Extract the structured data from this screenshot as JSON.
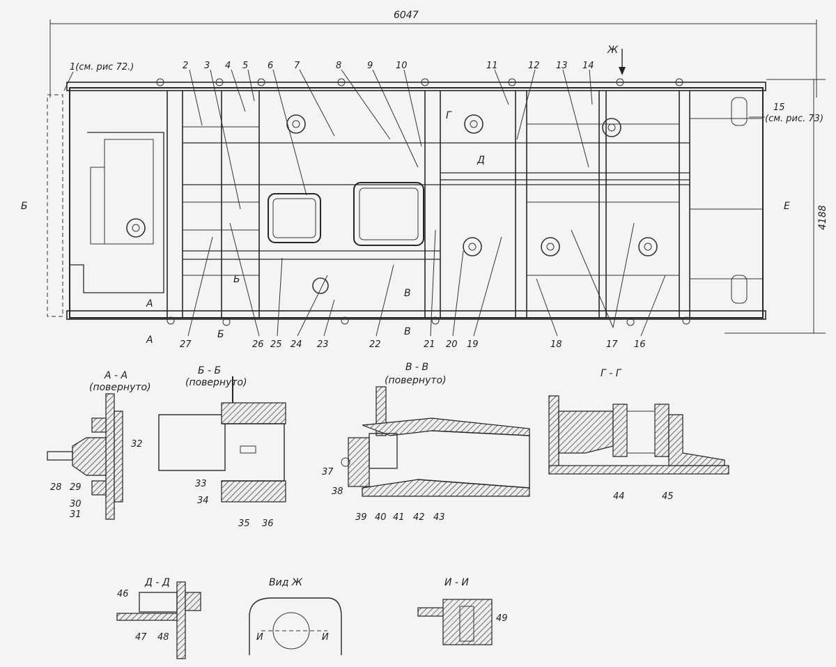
{
  "drawing": {
    "overall_length": "6047",
    "overall_width": "4188",
    "ref_left": "1(см. рис 72.)",
    "ref_right_num": "15",
    "ref_right_note": "(см. рис. 73)",
    "section_marks": {
      "a": "А",
      "b": "Б",
      "v": "В",
      "g": "Г",
      "d": "Д",
      "e": "Е",
      "zh": "Ж"
    },
    "top_callouts": [
      "2",
      "3",
      "4",
      "5",
      "6",
      "7",
      "8",
      "9",
      "10",
      "11",
      "12",
      "13",
      "14"
    ],
    "bottom_callouts": [
      "27",
      "26",
      "25",
      "24",
      "23",
      "22",
      "21",
      "20",
      "19",
      "18",
      "17",
      "16"
    ]
  },
  "sections": {
    "aa": {
      "title": "А - А",
      "subtitle": "(повернуто)",
      "callouts": [
        "32",
        "28",
        "29",
        "30",
        "31"
      ]
    },
    "bb": {
      "title": "Б - Б",
      "subtitle": "(повернуто)",
      "callouts": [
        "33",
        "34",
        "35",
        "36"
      ]
    },
    "vv": {
      "title": "В - В",
      "subtitle": "(повернуто)",
      "callouts": [
        "37",
        "38",
        "39",
        "40",
        "41",
        "42",
        "43"
      ]
    },
    "gg": {
      "title": "Г - Г",
      "callouts": [
        "44",
        "45"
      ]
    },
    "dd": {
      "title": "Д - Д",
      "callouts": [
        "46",
        "47",
        "48"
      ]
    },
    "zh": {
      "title": "Вид Ж",
      "callouts": [
        "И",
        "И"
      ]
    },
    "ii": {
      "title": "И - И",
      "callouts": [
        "49"
      ]
    }
  }
}
